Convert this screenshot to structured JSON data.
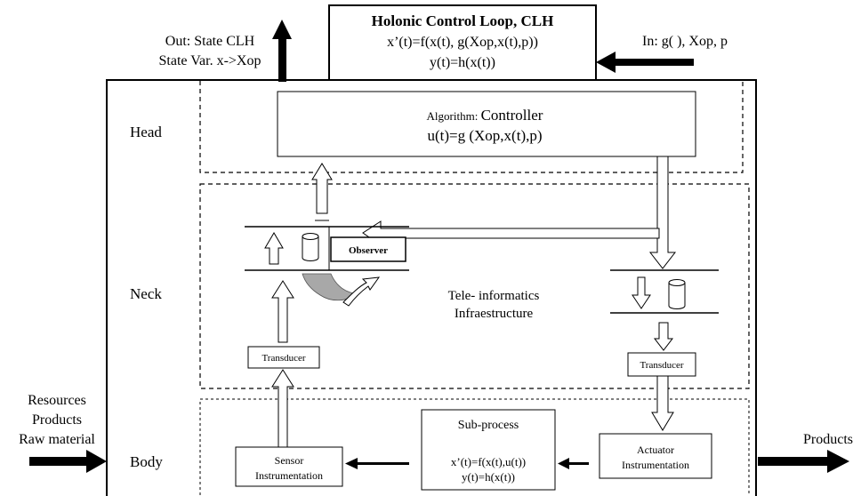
{
  "header_box": {
    "title": "Holonic Control Loop, CLH",
    "line1": "x’(t)=f(x(t), g(Xop,x(t),p))",
    "line2": "y(t)=h(x(t))"
  },
  "out_label": {
    "line1": "Out: State CLH",
    "line2": "State Var. x->Xop"
  },
  "in_label": "In: g( ), Xop, p",
  "sections": {
    "head": "Head",
    "neck": "Neck",
    "body": "Body"
  },
  "controller": {
    "line1_prefix": "Algorithm: ",
    "line1_main": "Controller",
    "line2": "u(t)=g (Xop,x(t),p)"
  },
  "observer_label": "Observer",
  "tele": {
    "line1": "Tele- informatics",
    "line2": "Infraestructure"
  },
  "transducer_left": "Transducer",
  "transducer_right": "Transducer",
  "inputs_left": {
    "line1": "Resources",
    "line2": "Products",
    "line3": "Raw material"
  },
  "products_right": "Products",
  "sensor": {
    "line1": "Sensor",
    "line2": "Instrumentation"
  },
  "subprocess": {
    "title": "Sub-process",
    "line1": "x’(t)=f(x(t),u(t))",
    "line2": "y(t)=h(x(t))"
  },
  "actuator": {
    "line1": "Actuator",
    "line2": "Instrumentation"
  }
}
